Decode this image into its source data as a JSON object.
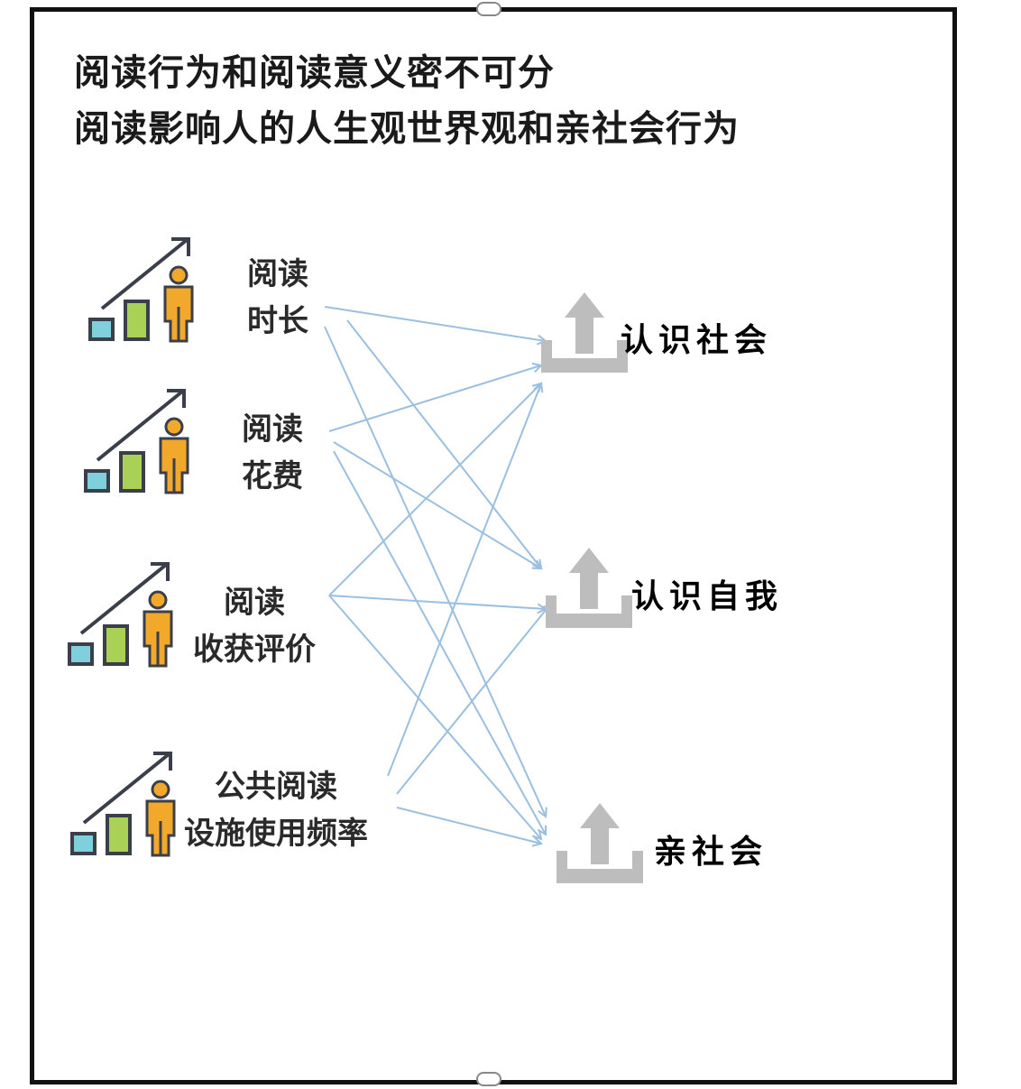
{
  "title": {
    "line1": "阅读行为和阅读意义密不可分",
    "line2": "阅读影响人的人生观世界观和亲社会行为"
  },
  "sources": [
    {
      "line1": "阅读",
      "line2": "时长",
      "icon": "growth-chart-person-icon"
    },
    {
      "line1": "阅读",
      "line2": "花费",
      "icon": "growth-chart-person-icon"
    },
    {
      "line1": "阅读",
      "line2": "收获评价",
      "icon": "growth-chart-person-icon"
    },
    {
      "line1": "公共阅读",
      "line2": "设施使用频率",
      "icon": "growth-chart-person-icon"
    }
  ],
  "targets": [
    {
      "label": "认识社会",
      "icon": "upload-icon"
    },
    {
      "label": "认识自我",
      "icon": "upload-icon"
    },
    {
      "label": "亲社会",
      "icon": "upload-icon"
    }
  ],
  "connections": [
    [
      0,
      0
    ],
    [
      0,
      1
    ],
    [
      0,
      2
    ],
    [
      1,
      0
    ],
    [
      1,
      1
    ],
    [
      1,
      2
    ],
    [
      2,
      0
    ],
    [
      2,
      1
    ],
    [
      2,
      2
    ],
    [
      3,
      0
    ],
    [
      3,
      1
    ],
    [
      3,
      2
    ]
  ],
  "colors": {
    "line": "#9bbfe0",
    "icon_gray": "#bdbdbd",
    "person": "#f2a92b",
    "bar1": "#7fd0dc",
    "bar2": "#a9d155"
  }
}
